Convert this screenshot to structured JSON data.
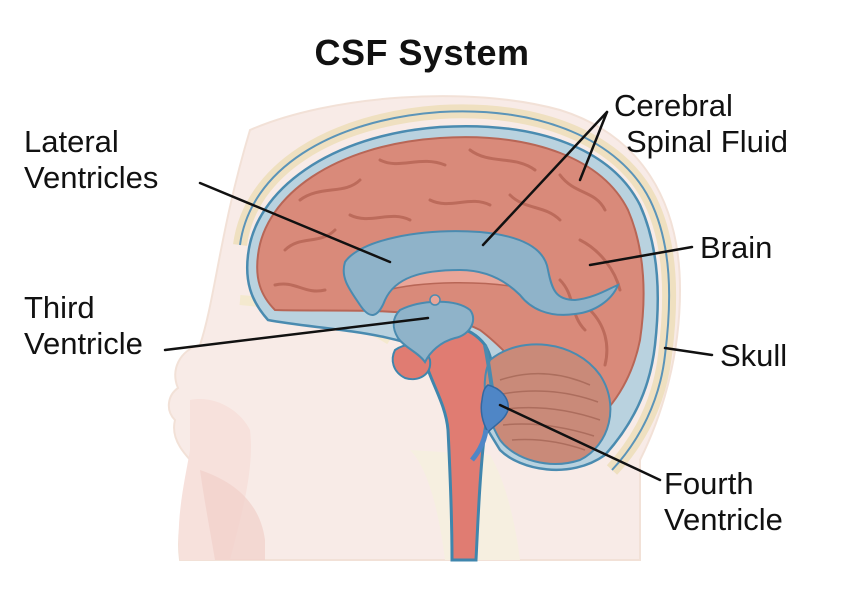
{
  "title": "CSF System",
  "labels": {
    "lateral_ventricles": [
      "Lateral",
      "Ventricles"
    ],
    "third_ventricle": [
      "Third",
      "Ventricle"
    ],
    "cerebral_spinal_fluid": [
      "Cerebral",
      "Spinal Fluid"
    ],
    "brain": "Brain",
    "skull": "Skull",
    "fourth_ventricle": [
      "Fourth",
      "Ventricle"
    ]
  },
  "colors": {
    "csf_blue": "#8fb3c9",
    "csf_outline": "#4a8bb0",
    "brain_pink": "#d98a7a",
    "brain_fold": "#b86656",
    "head_pale": "#f2d6cf",
    "skull_pale": "#f5ecd7"
  }
}
